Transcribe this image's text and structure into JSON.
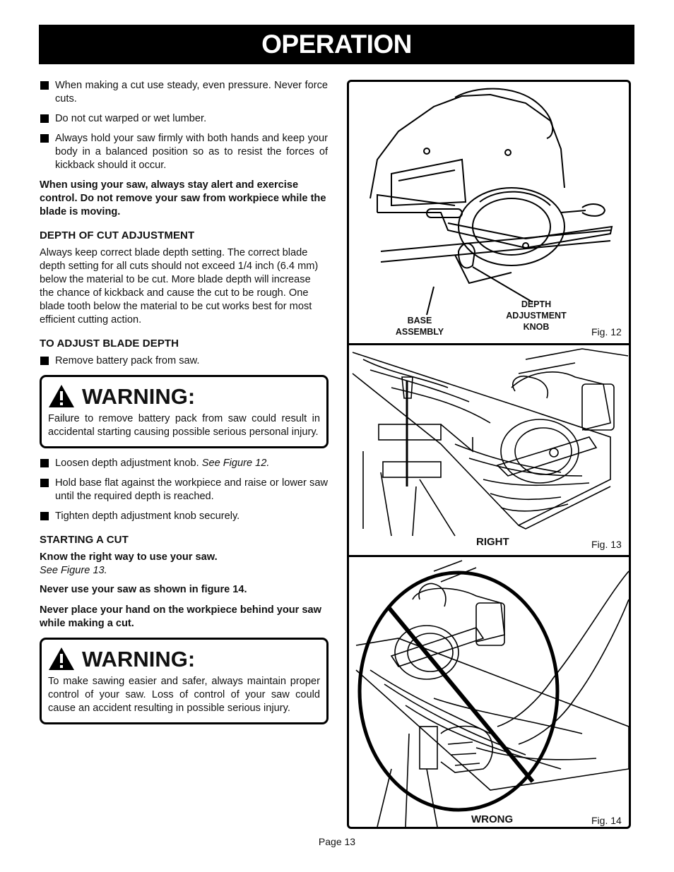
{
  "header": {
    "title": "OPERATION"
  },
  "intro_bullets": [
    "When making a cut use steady, even pressure. Never force cuts.",
    "Do not cut warped or wet lumber.",
    "Always hold your saw firmly with both hands and keep your body in a balanced position so as to resist the forces of kickback should it occur."
  ],
  "alert_note": "When using your saw, always stay alert and exercise control. Do not remove your saw from workpiece while the blade is moving.",
  "depth_section": {
    "heading": "DEPTH OF CUT ADJUSTMENT",
    "body": "Always keep correct blade depth setting. The correct blade depth setting for all cuts should not exceed 1/4 inch (6.4 mm) below the material to be cut. More blade depth will increase the chance of kickback and cause the cut to be rough. One blade tooth below the material to be cut works best for most efficient cutting action."
  },
  "adjust_section": {
    "heading": "TO ADJUST BLADE DEPTH",
    "bullet1": "Remove battery pack from saw."
  },
  "warning1": {
    "label": "WARNING:",
    "text": "Failure to remove battery pack from saw could result in accidental starting causing possible serious personal injury."
  },
  "adjust_steps": {
    "step1": "Loosen depth adjustment knob. ",
    "step1_ref": "See Figure 12.",
    "step2": "Hold base flat against the workpiece and raise or lower saw until the required depth is reached.",
    "step3": "Tighten depth adjustment knob securely."
  },
  "starting_section": {
    "heading": "STARTING A CUT",
    "line1": "Know the right way to use your saw.",
    "line1_ref": "See Figure 13.",
    "line2": "Never use your saw as shown in figure 14.",
    "line3": "Never place your hand on the workpiece behind your saw while making a cut."
  },
  "warning2": {
    "label": "WARNING:",
    "text": "To make sawing easier and safer, always maintain proper control of your saw. Loss of control of your saw could cause an accident resulting in possible serious injury."
  },
  "figures": {
    "fig12": {
      "label": "Fig. 12",
      "callout_base_line1": "BASE",
      "callout_base_line2": "ASSEMBLY",
      "callout_depth_line1": "DEPTH",
      "callout_depth_line2": "ADJUSTMENT",
      "callout_depth_line3": "KNOB"
    },
    "fig13": {
      "label": "Fig. 13",
      "caption": "RIGHT"
    },
    "fig14": {
      "label": "Fig. 14",
      "caption": "WRONG"
    }
  },
  "footer": {
    "page": "Page 13"
  }
}
